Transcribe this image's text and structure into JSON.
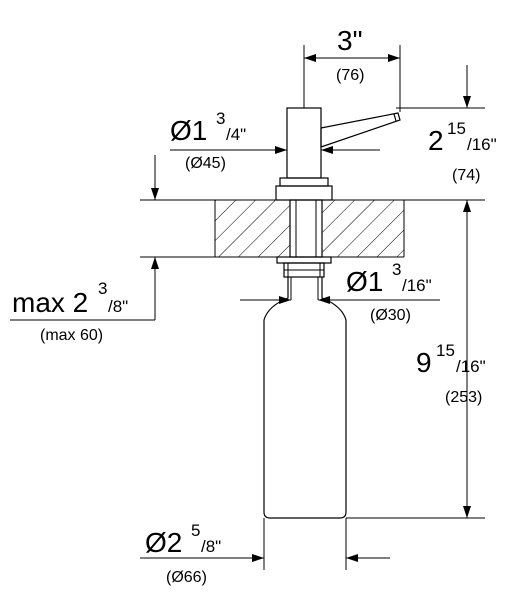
{
  "dimensions": {
    "spout_reach": {
      "label": "3\"",
      "metric": "(76)"
    },
    "head_diameter": {
      "prefix": "Ø1",
      "num": "3",
      "den": "/4\"",
      "metric": "(Ø45)"
    },
    "head_height": {
      "prefix": "2",
      "num": "15",
      "den": "/16\"",
      "metric": "(74)"
    },
    "max_counter_thickness": {
      "prefix": "max 2",
      "num": "3",
      "den": "/8\"",
      "metric": "(max 60)"
    },
    "shank_diameter": {
      "prefix": "Ø1",
      "num": "3",
      "den": "/16\"",
      "metric": "(Ø30)"
    },
    "below_counter_length": {
      "prefix": "9",
      "num": "15",
      "den": "/16\"",
      "metric": "(253)"
    },
    "bottle_diameter": {
      "prefix": "Ø2",
      "num": "5",
      "den": "/8\"",
      "metric": "(Ø66)"
    }
  }
}
